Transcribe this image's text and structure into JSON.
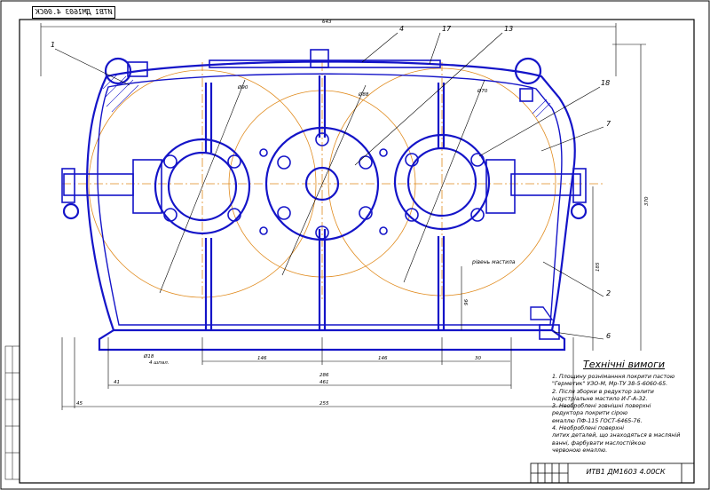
{
  "stamp": "ИТВ1 ДМ1603 4.00СК",
  "drawing_code": "ИТВ1 ДМ1603 4.00СК",
  "requirements_title": "Технічні вимоги",
  "requirements": [
    "1. Площину розніманння покрити пастою",
    "\"Герметик\" УЗО-М, Мр-ТУ 38-5-6060-65.",
    "2. Після зборки в редуктор залити",
    "індустріальне мастило И-Г-А-32.",
    "3. Необроблені зовнішні поверхні",
    "редуктора покрити сірою",
    "емаллю ПФ-115 ГОСТ-6465-76.",
    "4. Необроблені поверхні",
    "литих деталей, що знаходяться в масляній",
    "ванні, фарбувати маслостійкою",
    "червоною емаллю."
  ],
  "balloons": [
    {
      "id": "b1",
      "text": "1"
    },
    {
      "id": "b4",
      "text": "4"
    },
    {
      "id": "b17",
      "text": "17"
    },
    {
      "id": "b13",
      "text": "13"
    },
    {
      "id": "b18",
      "text": "18"
    },
    {
      "id": "b7",
      "text": "7"
    },
    {
      "id": "b2",
      "text": "2"
    },
    {
      "id": "b6",
      "text": "6"
    }
  ],
  "dimensions": {
    "top": "643",
    "height_right": "370",
    "mid_right": "185",
    "oil_depth": "96",
    "d_left": "Ø90",
    "d_mid": "Ø88",
    "d_right": "Ø70",
    "base1": "Ø18",
    "base2": "4 шпал.",
    "span1": "146",
    "span2": "146",
    "span3": "30",
    "span4": "41",
    "span5": "461",
    "span6": "286",
    "span7": "45",
    "overall": "255"
  },
  "oil_level_label": "рівень мастила",
  "colors": {
    "part": "#1414c8",
    "centerline": "#e08a1c",
    "ink": "#000000"
  }
}
